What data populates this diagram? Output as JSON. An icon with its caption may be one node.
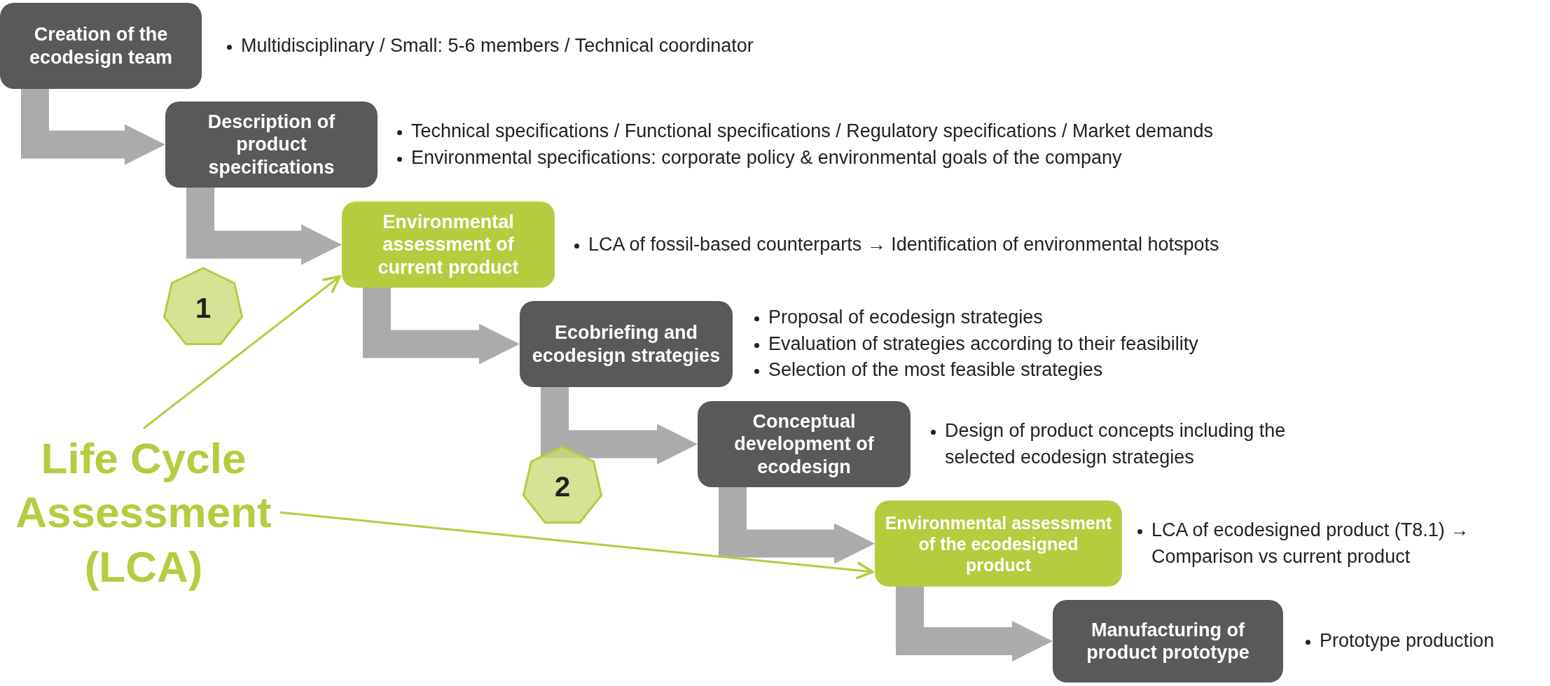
{
  "diagram": {
    "nodes": [
      {
        "text": [
          "Creation of the ecodesign team"
        ],
        "beside": [
          "Multidisciplinary / Small: 5-6 members / Technical coordinator"
        ]
      },
      {
        "text": [
          "Description of product specifications"
        ],
        "beside": [
          "Technical specifications / Functional specifications / Regulatory specifications / Market demands",
          "Environmental specifications: corporate policy & environmental goals of the company"
        ]
      },
      {
        "text": [
          "Environmental assessment of current product"
        ],
        "beside": [
          "LCA of fossil-based counterparts → Identification of environmental hotspots"
        ]
      },
      {
        "text": [
          "Ecobriefing and ecodesign strategies"
        ],
        "beside": [
          "Proposal of ecodesign strategies",
          "Evaluation of strategies according to their feasibility",
          "Selection of the most feasible strategies"
        ]
      },
      {
        "text": [
          "Conceptual development of ecodesign"
        ],
        "beside": [
          "Design of product concepts including the selected ecodesign strategies"
        ]
      },
      {
        "text": [
          "Environmental assessment of the ecodesigned product"
        ],
        "beside": [
          "LCA of ecodesigned product (T8.1) → Comparison vs current product"
        ]
      },
      {
        "text": [
          "Manufacturing of product prototype"
        ],
        "beside": [
          "Prototype production"
        ]
      },
      {
        "text": [
          "Life Cycle Assessment (LCA)"
        ]
      },
      {
        "text": [
          "1"
        ]
      },
      {
        "text": [
          "2"
        ]
      }
    ],
    "edges": [
      {
        "from": 0,
        "to": 1,
        "arrow": "to"
      },
      {
        "from": 1,
        "to": 2,
        "arrow": "to"
      },
      {
        "from": 2,
        "to": 3,
        "arrow": "to"
      },
      {
        "from": 3,
        "to": 4,
        "arrow": "to"
      },
      {
        "from": 4,
        "to": 5,
        "arrow": "to"
      },
      {
        "from": 5,
        "to": 6,
        "arrow": "to"
      },
      {
        "from": 7,
        "to": 2,
        "arrow": "to",
        "color": "#b5cc3f"
      },
      {
        "from": 7,
        "to": 5,
        "arrow": "to",
        "color": "#b5cc3f"
      }
    ]
  }
}
